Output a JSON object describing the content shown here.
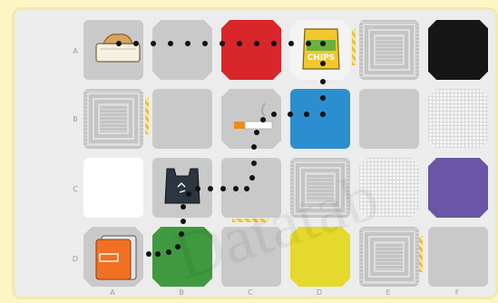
{
  "board": {
    "row_labels": [
      "A",
      "B",
      "C",
      "D"
    ],
    "col_labels": [
      "A",
      "B",
      "C",
      "D",
      "E",
      "F"
    ],
    "watermark": "Datatab"
  },
  "tiles": [
    {
      "row": 0,
      "col": 0,
      "pattern": "plain",
      "color": "#c9c9c9",
      "shape": "rnd",
      "item": "bread-icon"
    },
    {
      "row": 0,
      "col": 1,
      "pattern": "plain",
      "color": "#c9c9c9",
      "shape": "oct"
    },
    {
      "row": 0,
      "col": 2,
      "pattern": "plain",
      "color": "#d8262a",
      "shape": "oct"
    },
    {
      "row": 0,
      "col": 3,
      "pattern": "plain",
      "color": "#f4f4f4",
      "shape": "oct",
      "item": "chips-icon"
    },
    {
      "row": 0,
      "col": 4,
      "pattern": "concentric",
      "color": "#c4c4c4",
      "shape": "rnd"
    },
    {
      "row": 0,
      "col": 5,
      "pattern": "plain",
      "color": "#161616",
      "shape": "oct"
    },
    {
      "row": 1,
      "col": 0,
      "pattern": "concentric",
      "color": "#c4c4c4",
      "shape": "rnd"
    },
    {
      "row": 1,
      "col": 1,
      "pattern": "plain",
      "color": "#c9c9c9",
      "shape": "rnd"
    },
    {
      "row": 1,
      "col": 2,
      "pattern": "plain",
      "color": "#c9c9c9",
      "shape": "oct",
      "item": "cigarette-icon"
    },
    {
      "row": 1,
      "col": 3,
      "pattern": "plain",
      "color": "#2b8fcf",
      "shape": "rnd"
    },
    {
      "row": 1,
      "col": 4,
      "pattern": "plain",
      "color": "#c9c9c9",
      "shape": "rnd"
    },
    {
      "row": 1,
      "col": 5,
      "pattern": "grid",
      "color": "#f4f4f4",
      "shape": "oct"
    },
    {
      "row": 2,
      "col": 0,
      "pattern": "plain",
      "color": "#ffffff",
      "shape": "rnd"
    },
    {
      "row": 2,
      "col": 1,
      "pattern": "plain",
      "color": "#c9c9c9",
      "shape": "rnd",
      "item": "plastic-bag-icon"
    },
    {
      "row": 2,
      "col": 2,
      "pattern": "plain",
      "color": "#c9c9c9",
      "shape": "rnd"
    },
    {
      "row": 2,
      "col": 3,
      "pattern": "concentric",
      "color": "#c4c4c4",
      "shape": "rnd"
    },
    {
      "row": 2,
      "col": 4,
      "pattern": "grid",
      "color": "#f4f4f4",
      "shape": "oct"
    },
    {
      "row": 2,
      "col": 5,
      "pattern": "plain",
      "color": "#6a55a6",
      "shape": "oct"
    },
    {
      "row": 3,
      "col": 0,
      "pattern": "plain",
      "color": "#c9c9c9",
      "shape": "oct",
      "item": "battery-icon"
    },
    {
      "row": 3,
      "col": 1,
      "pattern": "plain",
      "color": "#3f9a3f",
      "shape": "oct"
    },
    {
      "row": 3,
      "col": 2,
      "pattern": "plain",
      "color": "#c9c9c9",
      "shape": "rnd"
    },
    {
      "row": 3,
      "col": 3,
      "pattern": "plain",
      "color": "#e4d92c",
      "shape": "oct"
    },
    {
      "row": 3,
      "col": 4,
      "pattern": "concentric",
      "color": "#c4c4c4",
      "shape": "rnd"
    },
    {
      "row": 3,
      "col": 5,
      "pattern": "plain",
      "color": "#c9c9c9",
      "shape": "rnd"
    }
  ],
  "chips_label": "CHIPS",
  "path_icon": "dotted-route-icon"
}
